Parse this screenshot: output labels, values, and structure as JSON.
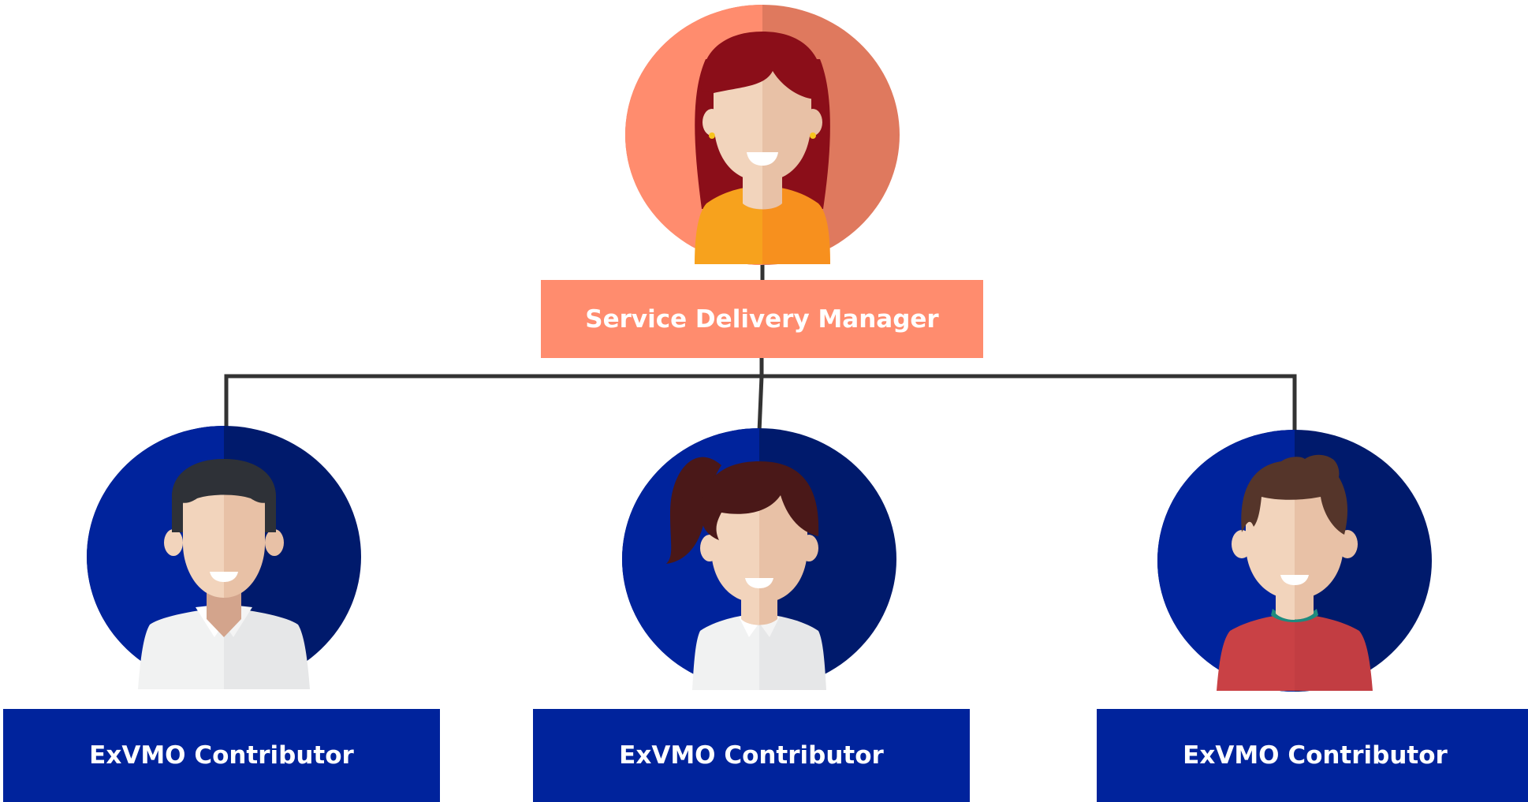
{
  "colors": {
    "manager_fill": "#FF8C6E",
    "manager_circle_left": "#FF8C6E",
    "manager_circle_right": "#DF795E",
    "contributor_fill": "#00239C",
    "contributor_circle_left": "#00239C",
    "contributor_circle_right": "#001A6C",
    "connector": "#333333"
  },
  "manager": {
    "label": "Service Delivery Manager",
    "avatar_icon": "woman-avatar-icon"
  },
  "contributors": [
    {
      "label": "ExVMO Contributor",
      "avatar_icon": "man-avatar-icon"
    },
    {
      "label": "ExVMO Contributor",
      "avatar_icon": "woman-ponytail-avatar-icon"
    },
    {
      "label": "ExVMO Contributor",
      "avatar_icon": "boy-avatar-icon"
    }
  ]
}
